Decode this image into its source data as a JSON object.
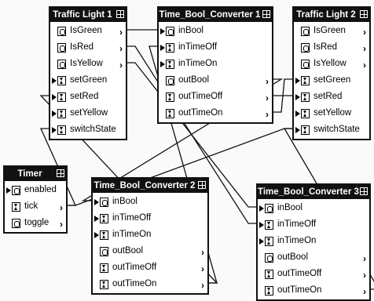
{
  "nodes": [
    {
      "id": "tl1",
      "title": "Traffic Light 1",
      "icon": "component-icon",
      "ports": [
        {
          "label": "IsGreen",
          "type": "bool",
          "dir": "out"
        },
        {
          "label": "IsRed",
          "type": "bool",
          "dir": "out"
        },
        {
          "label": "IsYellow",
          "type": "bool",
          "dir": "out"
        },
        {
          "label": "setGreen",
          "type": "time",
          "dir": "in"
        },
        {
          "label": "setRed",
          "type": "time",
          "dir": "in"
        },
        {
          "label": "setYellow",
          "type": "time",
          "dir": "in"
        },
        {
          "label": "switchState",
          "type": "time",
          "dir": "in"
        }
      ]
    },
    {
      "id": "tbc1",
      "title": "Time_Bool_Converter 1",
      "icon": "component-icon",
      "ports": [
        {
          "label": "inBool",
          "type": "bool",
          "dir": "in"
        },
        {
          "label": "inTimeOff",
          "type": "time",
          "dir": "in"
        },
        {
          "label": "inTimeOn",
          "type": "time",
          "dir": "in"
        },
        {
          "label": "outBool",
          "type": "bool",
          "dir": "out"
        },
        {
          "label": "outTimeOff",
          "type": "time",
          "dir": "out"
        },
        {
          "label": "outTimeOn",
          "type": "time",
          "dir": "out"
        }
      ]
    },
    {
      "id": "tl2",
      "title": "Traffic Light 2",
      "icon": "component-icon",
      "ports": [
        {
          "label": "IsGreen",
          "type": "bool",
          "dir": "out"
        },
        {
          "label": "IsRed",
          "type": "bool",
          "dir": "out"
        },
        {
          "label": "IsYellow",
          "type": "bool",
          "dir": "out"
        },
        {
          "label": "setGreen",
          "type": "time",
          "dir": "in"
        },
        {
          "label": "setRed",
          "type": "time",
          "dir": "in"
        },
        {
          "label": "setYellow",
          "type": "time",
          "dir": "in"
        },
        {
          "label": "switchState",
          "type": "time",
          "dir": "in"
        }
      ]
    },
    {
      "id": "timer",
      "title": "Timer",
      "icon": "component-icon",
      "ports": [
        {
          "label": "enabled",
          "type": "bool",
          "dir": "in"
        },
        {
          "label": "tick",
          "type": "time",
          "dir": "out"
        },
        {
          "label": "toggle",
          "type": "bool",
          "dir": "out"
        }
      ]
    },
    {
      "id": "tbc2",
      "title": "Time_Bool_Converter 2",
      "icon": "component-icon",
      "ports": [
        {
          "label": "inBool",
          "type": "bool",
          "dir": "in"
        },
        {
          "label": "inTimeOff",
          "type": "time",
          "dir": "in"
        },
        {
          "label": "inTimeOn",
          "type": "time",
          "dir": "in"
        },
        {
          "label": "outBool",
          "type": "bool",
          "dir": "out"
        },
        {
          "label": "outTimeOff",
          "type": "time",
          "dir": "out"
        },
        {
          "label": "outTimeOn",
          "type": "time",
          "dir": "out"
        }
      ]
    },
    {
      "id": "tbc3",
      "title": "Time_Bool_Converter 3",
      "icon": "component-icon",
      "ports": [
        {
          "label": "inBool",
          "type": "bool",
          "dir": "in"
        },
        {
          "label": "inTimeOff",
          "type": "time",
          "dir": "in"
        },
        {
          "label": "inTimeOn",
          "type": "time",
          "dir": "in"
        },
        {
          "label": "outBool",
          "type": "bool",
          "dir": "out"
        },
        {
          "label": "outTimeOff",
          "type": "time",
          "dir": "out"
        },
        {
          "label": "outTimeOn",
          "type": "time",
          "dir": "out"
        }
      ]
    }
  ],
  "connections": [
    {
      "from": [
        "tl1",
        0
      ],
      "to": [
        "tbc1",
        0
      ]
    },
    {
      "from": [
        "tl1",
        2
      ],
      "to": [
        "tbc3",
        0
      ]
    },
    {
      "from": [
        "tl1",
        1
      ],
      "to": [
        "tbc3",
        1
      ]
    },
    {
      "from": [
        "tbc1",
        5
      ],
      "to": [
        "tl2",
        3
      ]
    },
    {
      "from": [
        "tbc1",
        4
      ],
      "to": [
        "tl2",
        4
      ]
    },
    {
      "from": [
        "tbc1",
        3
      ],
      "to": [
        "tbc2",
        0
      ]
    },
    {
      "from": [
        "timer",
        1
      ],
      "to": [
        "tl1",
        6
      ]
    },
    {
      "from": [
        "timer",
        1
      ],
      "to": [
        "tl2",
        6
      ]
    },
    {
      "from": [
        "tbc2",
        5
      ],
      "to": [
        "tl1",
        4
      ]
    },
    {
      "from": [
        "tbc2",
        5
      ],
      "to": [
        "tbc1",
        1
      ]
    },
    {
      "from": [
        "tbc3",
        5
      ],
      "to": [
        "tl2",
        6
      ]
    }
  ]
}
